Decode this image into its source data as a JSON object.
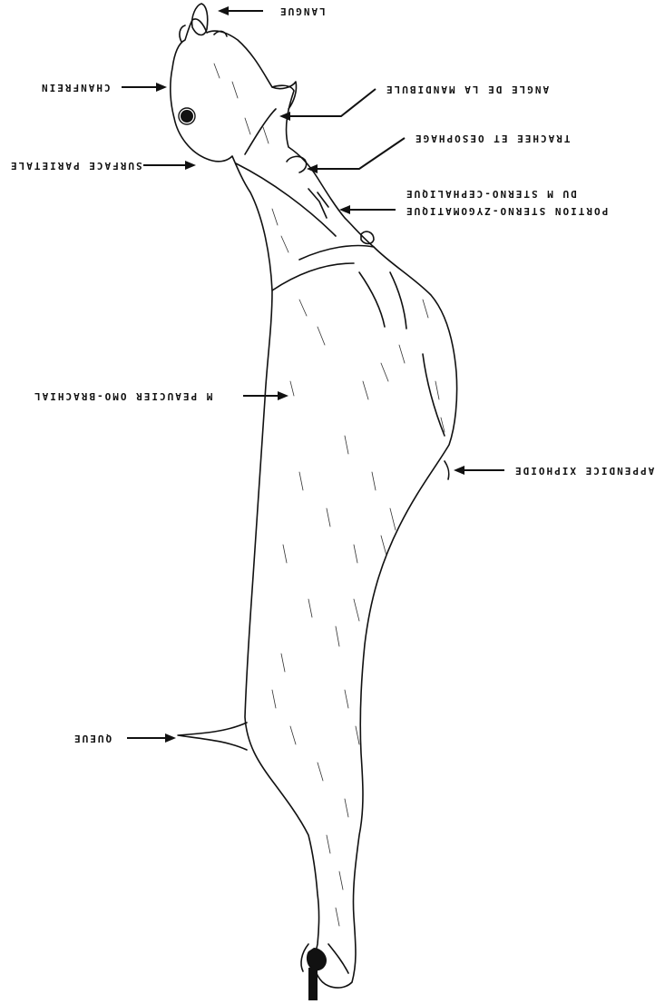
{
  "figure": {
    "labels": {
      "langue": "LANGUE",
      "chanfrein": "CHANFREIN",
      "angle_mandibule": "ANGLE DE LA MANDIBULE",
      "surface_parietale": "SURFACE PARIETALE",
      "trachee": "TRACHEE ET OESOPHAGE",
      "portion_line1": "PORTION STERNO-ZYGOMATIQUE",
      "portion_line2": "DU M STERNO-CEPHALIQUE",
      "peaucier": "M PEAUCIER OMO-BRACHIAL",
      "xiphoide": "APPENDICE XIPHOIDE",
      "queue": "QUEUE"
    }
  }
}
